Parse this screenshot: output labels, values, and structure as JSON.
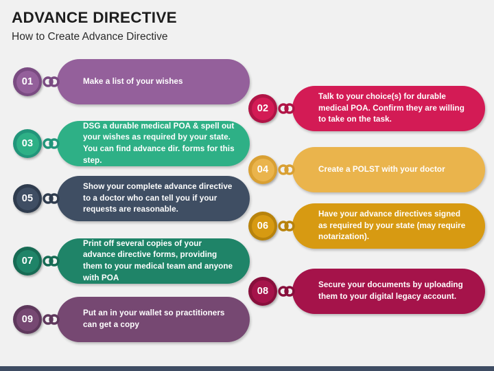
{
  "header": {
    "title": "ADVANCE DIRECTIVE",
    "subtitle": "How to Create Advance Directive"
  },
  "colors": {
    "background": "#f1f1f1",
    "footer_bar": "#3e4c63",
    "title_text": "#1d1d1d",
    "subtitle_text": "#2b2b2b"
  },
  "steps": [
    {
      "number": "01",
      "text": "Make a list of your wishes",
      "column": "left",
      "fill": "#94609b",
      "ring": "#7a4b82",
      "row_id": "row-1"
    },
    {
      "number": "02",
      "text": "Talk to your choice(s) for durable medical POA. Confirm they are willing to take on the task.",
      "column": "right",
      "fill": "#d31b55",
      "ring": "#b01446",
      "row_id": "row-2"
    },
    {
      "number": "03",
      "text": "DSG a durable medical POA & spell out your wishes as required by your state. You can find advance dir. forms for this step.",
      "column": "left",
      "fill": "#2eb086",
      "ring": "#21957a",
      "row_id": "row-3"
    },
    {
      "number": "04",
      "text": "Create a POLST with your doctor",
      "column": "right",
      "fill": "#eab44c",
      "ring": "#d9a033",
      "row_id": "row-4"
    },
    {
      "number": "05",
      "text": "Show your complete advance directive to a doctor who can tell you if your requests are reasonable.",
      "column": "left",
      "fill": "#3f4e63",
      "ring": "#2f3c4e",
      "row_id": "row-5"
    },
    {
      "number": "06",
      "text": "Have your advance directives signed as required by your state (may require notarization).",
      "column": "right",
      "fill": "#d79a12",
      "ring": "#b8830c",
      "row_id": "row-6"
    },
    {
      "number": "07",
      "text": "Print off several copies of your advance directive forms, providing them to your medical team and anyone with POA",
      "column": "left",
      "fill": "#1f8468",
      "ring": "#176b54",
      "row_id": "row-7"
    },
    {
      "number": "08",
      "text": "Secure your documents by uploading them to your digital legacy account.",
      "column": "right",
      "fill": "#a5134a",
      "ring": "#880f3c",
      "row_id": "row-8"
    },
    {
      "number": "09",
      "text": "Put an in your wallet so practitioners can get a copy",
      "column": "left",
      "fill": "#764872",
      "ring": "#5e385c",
      "row_id": "row-9"
    }
  ]
}
